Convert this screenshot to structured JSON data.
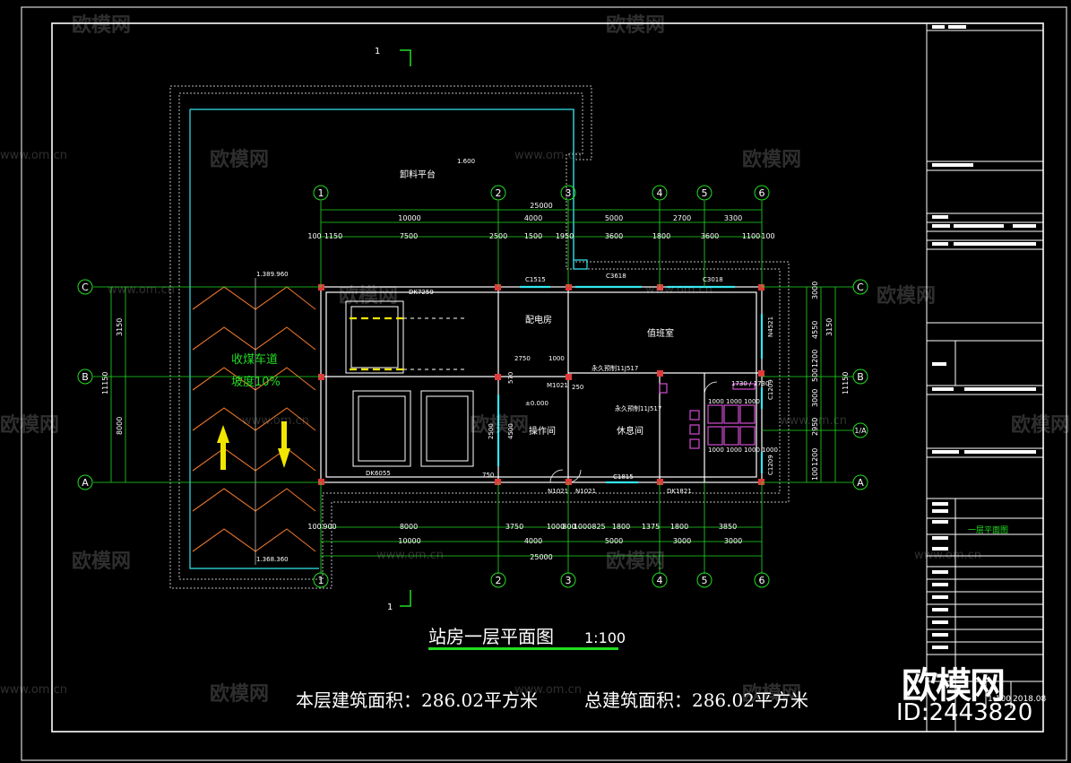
{
  "drawing": {
    "title": "站房一层平面图",
    "scale": "1:100",
    "floor_area": "本层建筑面积：286.02平方米",
    "total_area": "总建筑面积：286.02平方米",
    "section_mark": "1",
    "id_label": "ID:2443820",
    "brand": "欧模网"
  },
  "watermarks": {
    "text": "欧模网",
    "url": "www.om.cn"
  },
  "axes": {
    "columns": [
      "1",
      "2",
      "3",
      "4",
      "5",
      "6"
    ],
    "rows": [
      "C",
      "B",
      "1/A",
      "A"
    ]
  },
  "dims_top": {
    "total": "25000",
    "row1": [
      "10000",
      "4000",
      "5000",
      "2700",
      "3300"
    ],
    "row2": [
      "100",
      "1150",
      "7500",
      "2500",
      "1500",
      "1950",
      "3600",
      "1800",
      "3600",
      "1100",
      "100"
    ]
  },
  "dims_bottom": {
    "row1": [
      "100",
      "900",
      "8000",
      "3750",
      "1000",
      "800",
      "1000",
      "825",
      "1800",
      "1375",
      "1800",
      "3850"
    ],
    "row2": [
      "10000",
      "4000",
      "5000",
      "3000",
      "3000"
    ],
    "total": "25000"
  },
  "dims_left": [
    "3150",
    "11150",
    "8000"
  ],
  "dims_right": [
    "3000",
    "4550",
    "1200",
    "500",
    "3000",
    "2950",
    "1200",
    "100",
    "11150",
    "3150"
  ],
  "rooms": {
    "platform": "卸料平台",
    "power_room": "配电房",
    "duty_room": "值班室",
    "operation_room": "操作间",
    "rest_room": "休息间",
    "ramp_label": "收煤车道",
    "ramp_slope": "坡度10%"
  },
  "labels": {
    "elev1": "1.600",
    "elev_ramp_top": "1.389.960",
    "elev_ramp_bot": "1.368.360",
    "elev_inner": "±0.000",
    "door_dk1": "DK7259",
    "door_dk2": "DK6055",
    "door_dk3": "DK1821",
    "win_c1515": "C1515",
    "win_c3618": "C3618",
    "win_c3018": "C3018",
    "win_c1815": "C1815",
    "door_m1021": "M1021",
    "door_n1021": "N1021",
    "door_n1021b": "N1021",
    "door_n4521": "N4521",
    "win_c1209": "C1209",
    "win_c1209b": "C1209",
    "room_note1": "永久预制11J517",
    "room_note2": "永久预制11J517",
    "dim_2750": "2750",
    "dim_1000": "1000",
    "dim_570": "570",
    "dim_250": "250",
    "dim_750": "750",
    "dim_2500": "2500",
    "dim_4500": "4500",
    "toilet_dims": "1000 1000 1000",
    "toilet_dims2": "1000 1000 1000 1000",
    "toilet_w": "1730 / 1730"
  },
  "title_block": {
    "name": "一层平面图",
    "scale": "1:100",
    "date": "2018.08"
  },
  "colors": {
    "background": "#000000",
    "frame": "#ffffff",
    "axis_green": "#22dd22",
    "wall_cyan": "#33e6f0",
    "column_red": "#e03a3a",
    "yellow": "#f2e600",
    "magenta": "#d24ed2"
  }
}
